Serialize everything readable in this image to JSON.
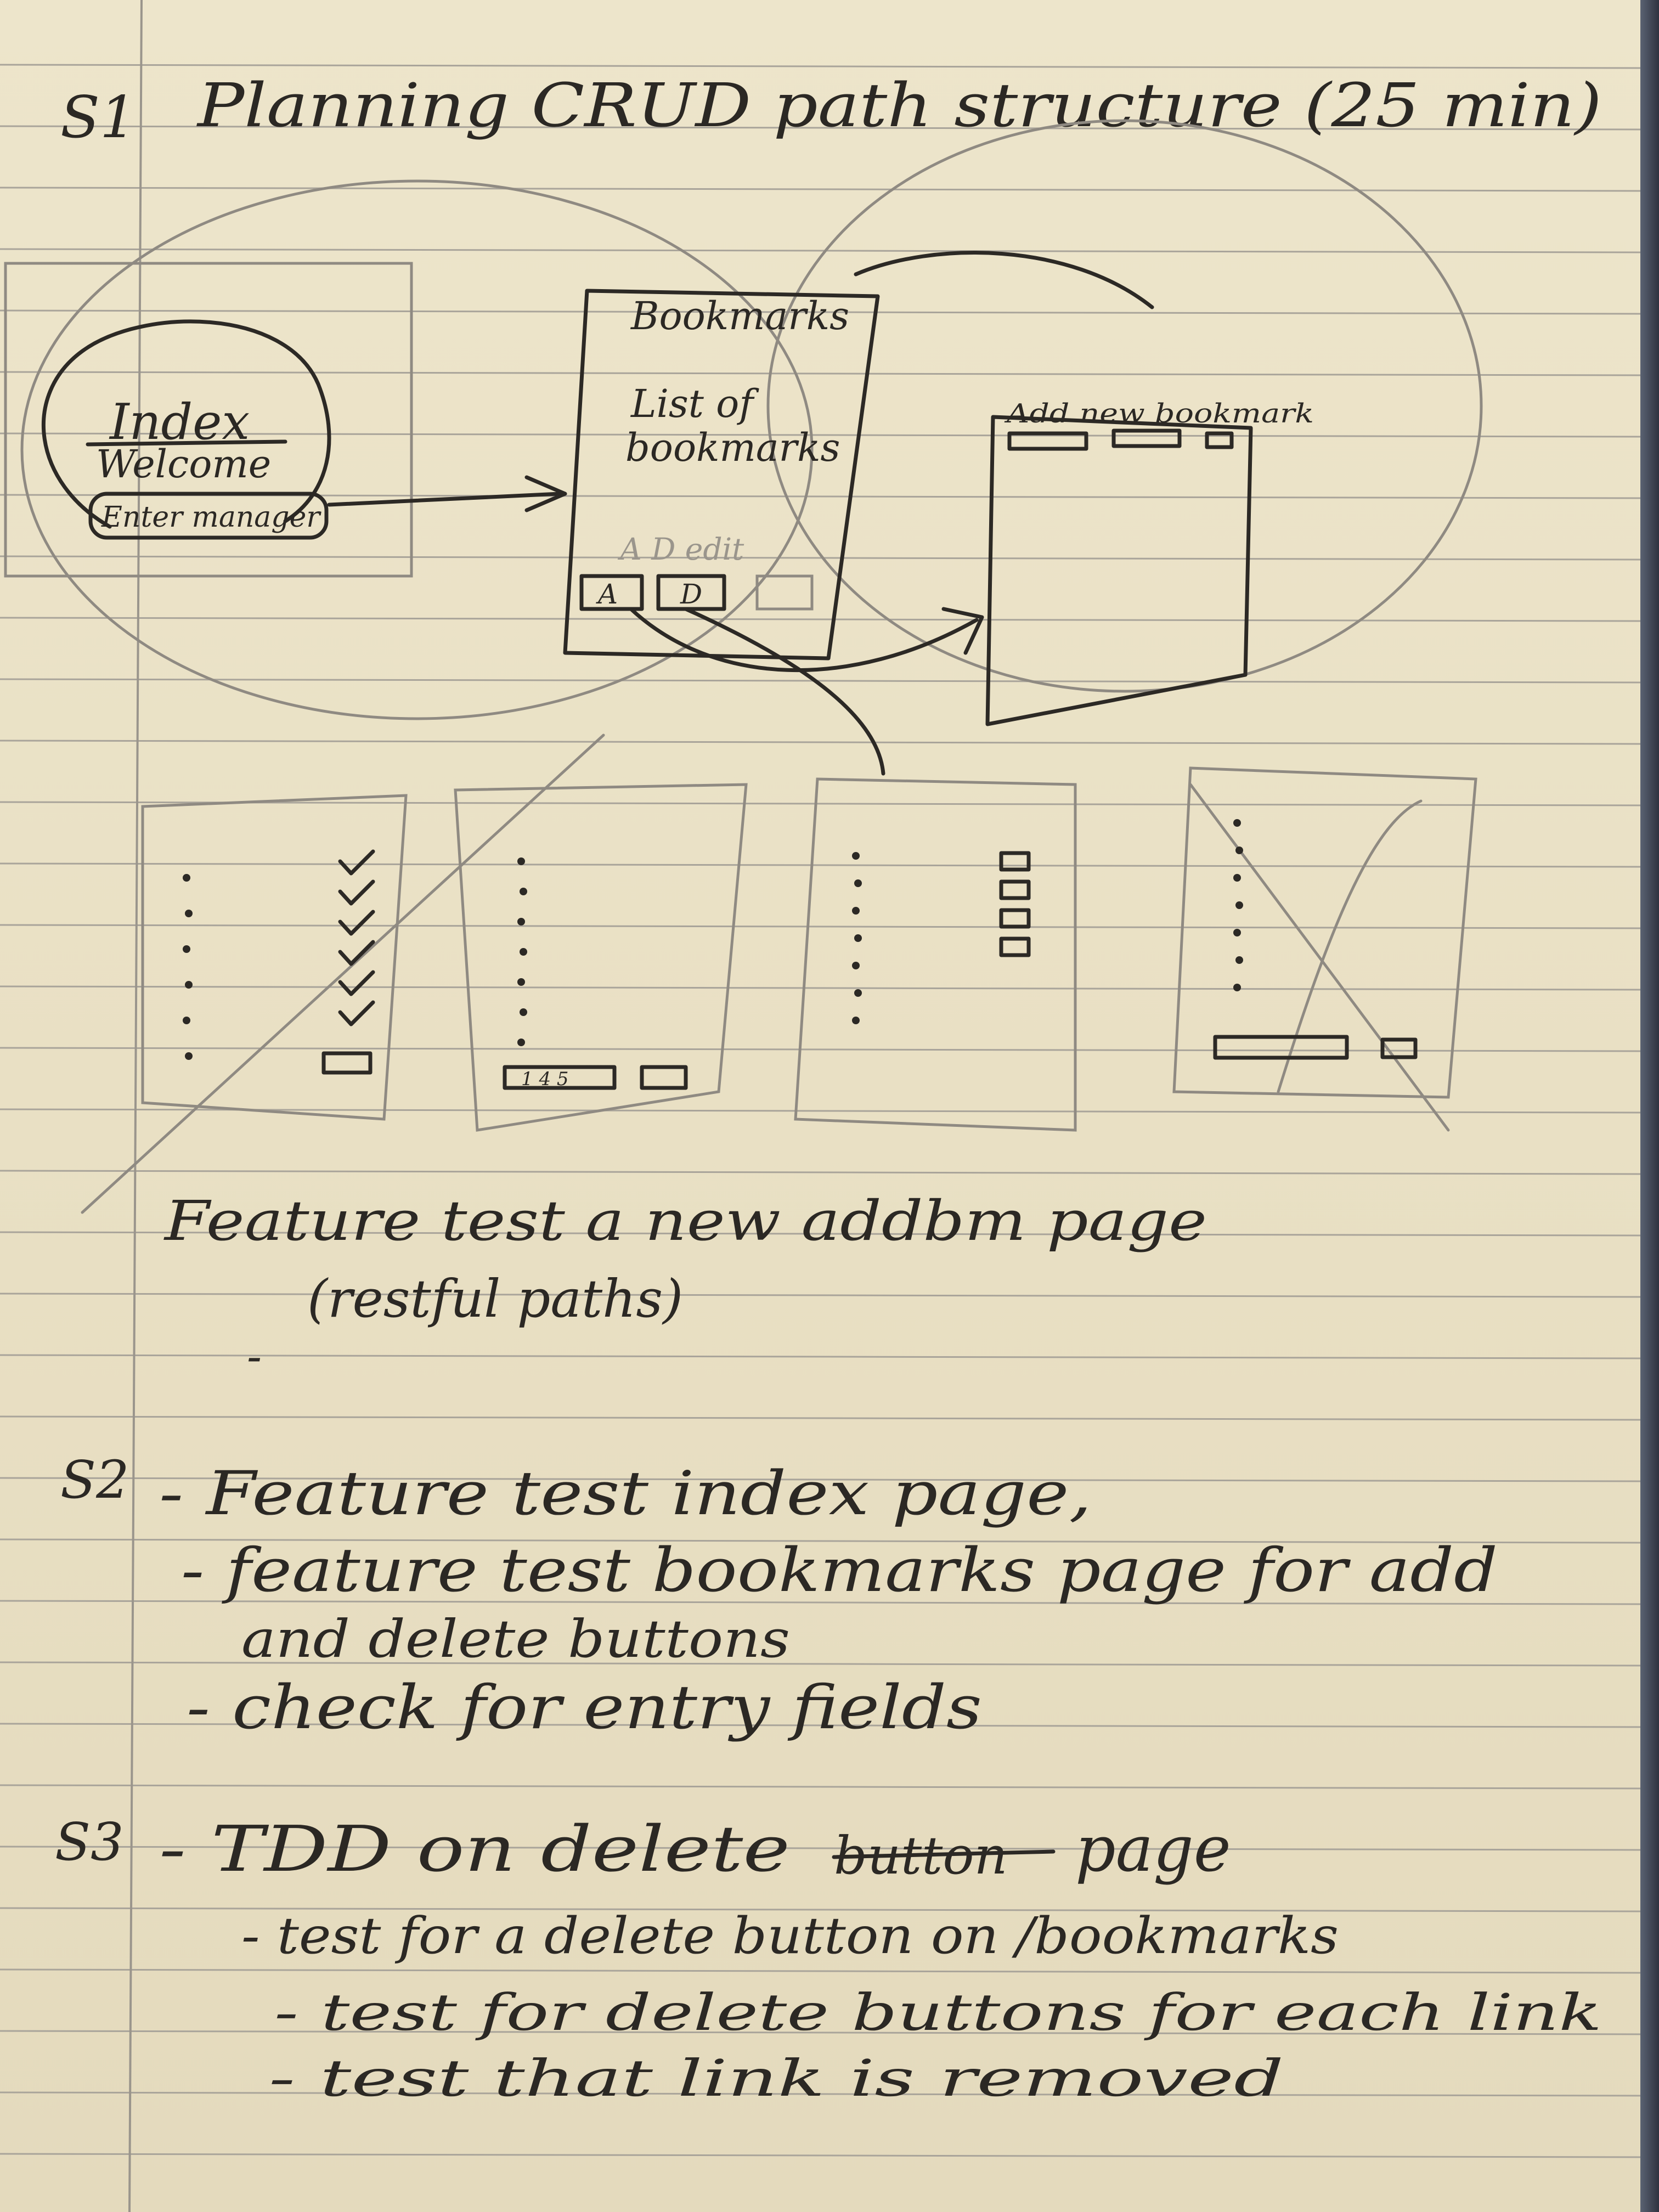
{
  "s1": {
    "label": "S1",
    "title": "Planning CRUD path structure (25 min)",
    "index_sketch": {
      "title": "Index",
      "welcome": "Welcome",
      "button": "Enter manager"
    },
    "bookmarks_sketch": {
      "title": "Bookmarks",
      "body": [
        "List of",
        "bookmarks"
      ],
      "faint_text": "A D edit",
      "button_a": "A",
      "button_d": "D"
    },
    "add_sketch": {
      "title": "Add new bookmark"
    },
    "wireframes": {
      "second_buttons": "1 4 5"
    },
    "notes": [
      "Feature test a new addbm page",
      "(restful paths)",
      "-"
    ]
  },
  "s2": {
    "label": "S2",
    "lines": [
      "- Feature test index page,",
      "- feature test bookmarks page for add",
      "and delete buttons",
      "- check for entry fields"
    ]
  },
  "s3": {
    "label": "S3",
    "heading": "- TDD on delete",
    "struck_word": "button",
    "heading_end": "page",
    "lines": [
      "- test for a delete button on /bookmarks",
      "- test for delete buttons for each link",
      "- test that link is removed"
    ]
  }
}
